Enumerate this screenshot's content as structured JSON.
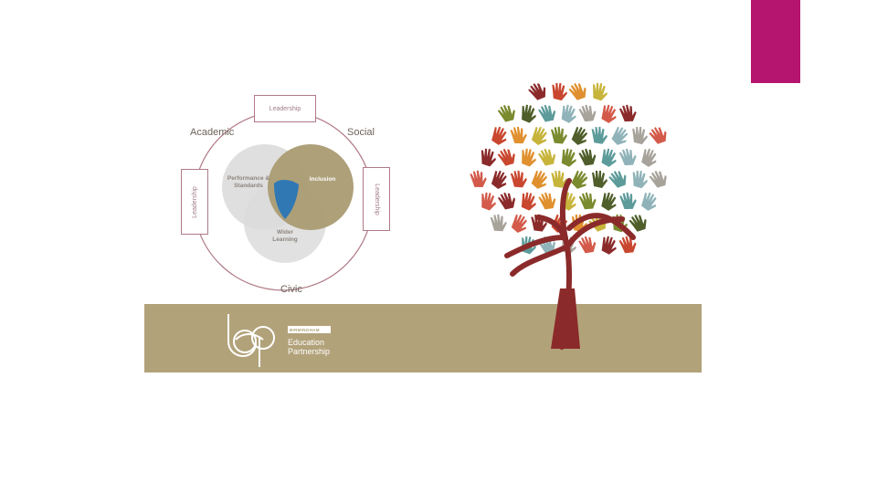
{
  "diagram": {
    "top_box": "Leadership",
    "left_box": "Leadership",
    "right_box": "Leadership",
    "academic": "Academic",
    "social": "Social",
    "civic": "Civic",
    "circle_left_line1": "Performance &",
    "circle_left_line2": "Standards",
    "circle_right": "Inclusion",
    "circle_bottom_line1": "Wider",
    "circle_bottom_line2": "Learning"
  },
  "logo": {
    "tag": "BIRMINGHAM",
    "line1": "Education",
    "line2": "Partnership"
  },
  "colors": {
    "accent": "#b5156e",
    "band": "#b2a27a",
    "trunk": "#8b2a2a",
    "venn_highlight": "#2f78b4"
  }
}
